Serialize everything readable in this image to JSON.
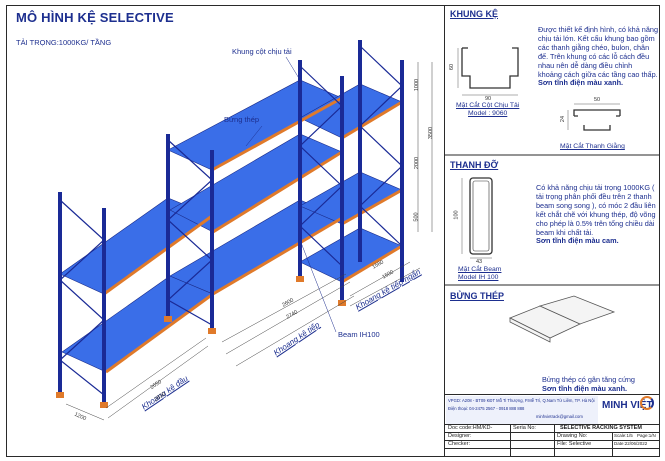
{
  "drawing": {
    "title": "MÔ HÌNH KỆ SELECTIVE",
    "load": "TẢI TRỌNG:1000KG/ TẦNG",
    "callouts": {
      "upright": "Khung cột chịu tải",
      "deck": "Bửng thép",
      "beam": "Beam IH100",
      "bay_depth": "Khoang kệ đầu",
      "bay_next": "Khoang kệ tiếp",
      "bay_next_short": "Khoang kệ tiếp ngắn"
    },
    "dims": {
      "d1000": "1000",
      "d3500": "3500",
      "d2000": "2000",
      "d500": "500",
      "d1580": "1580",
      "d1500": "1500",
      "d2600": "2600",
      "d2740": "2740",
      "d2650": "2650",
      "d2630": "2630",
      "d1200": "1200"
    }
  },
  "khung_ke": {
    "heading": "KHUNG KỆ",
    "desc": "Được thiết kế định hình, có khả năng chịu tải lớn. Kết cấu khung bao gồm các thanh giằng chéo, bulon, chân đế. Trên khung có các lỗ cách đều nhau nên dễ dàng điều chỉnh khoảng cách giữa các tầng cao thấp.",
    "desc_bold": "Sơn tĩnh điện màu xanh.",
    "caption1_line1": "Mặt Cắt Cột Chịu Tải",
    "caption1_line2": "Model : 9060",
    "caption2": "Mặt Cắt Thanh Giằng",
    "dim_60": "60",
    "dim_90": "90",
    "dim_50": "50",
    "dim_24": "24"
  },
  "thanh_do": {
    "heading": "THANH ĐỠ",
    "desc": "Có khả năng chịu tải trọng 1000KG ( tải trọng phân phối đều trên 2 thanh beam song song ), có móc 2 đầu liên kết chắt chẽ với khung thép, độ võng cho phép là 0.5% trên tổng chiều dài beam khi chất tải.",
    "desc_bold": "Sơn tĩnh điện màu cam.",
    "caption_line1": "Mặt Cắt Beam",
    "caption_line2": "Model IH 100",
    "dim_100": "100",
    "dim_43": "43"
  },
  "bung_thep": {
    "heading": "BỬNG THÉP",
    "desc": "Bửng thép có gân tăng cứng",
    "desc_bold": "Sơn tĩnh điện màu xanh."
  },
  "company": {
    "logo": "MINH VIỆT",
    "address": "VPGD: A208 - BT09 KĐT Mỗ Ti Thượng, P.Mễ Trì, Q.Nam Từ Liêm, TP. Hà Nội",
    "phone": "Điện thoại: 04-2475 2567 - 0918 888 888",
    "email": "minhvietrack@gmail.com"
  },
  "title_block": {
    "doc_code_label": "Doc code:HM/KD-",
    "serial_label": "Seria No:",
    "system": "SELECTIVE RACKING SYSTEM",
    "designer_label": "Designer:",
    "drawing_no_label": "Drawing No:",
    "scale": "Scale:1/5",
    "page": "Page:1/N",
    "checker_label": "Checker:",
    "file_label": "File: Selective",
    "date": "Date:22/06/2022"
  },
  "colors": {
    "upright": "#1a2a96",
    "deck": "#3a6ee8",
    "beam": "#e07a2a",
    "text": "#1d2f8f"
  }
}
